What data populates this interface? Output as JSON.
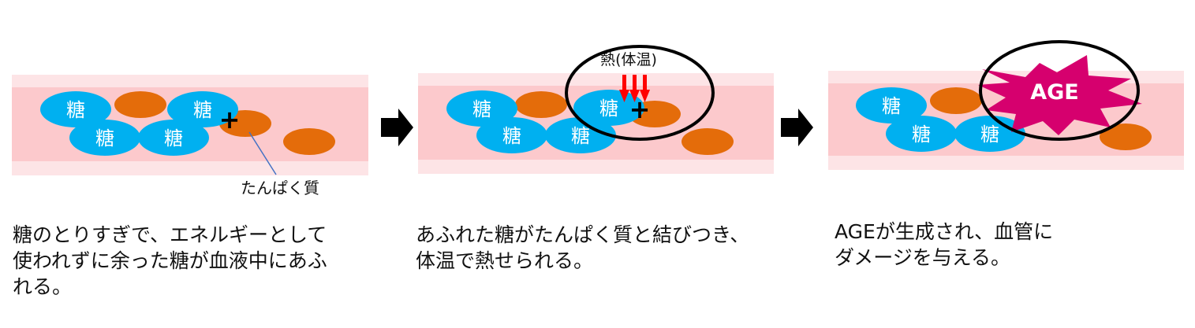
{
  "sugar_label": "糖",
  "protein_label": "たんぱく質",
  "heat_label": "熱(体温)",
  "age_label": "AGE",
  "plus_sign": "+",
  "captions": {
    "step1": [
      "糖のとりすぎで、エネルギーとして",
      "使われずに余った糖が血液中にあふ",
      "れる。"
    ],
    "step2": [
      "あふれた糖がたんぱく質と結びつき、",
      "体温で熱せられる。"
    ],
    "step3": [
      "AGEが生成され、血管に",
      "ダメージを与える。"
    ]
  },
  "colors": {
    "vessel_outer": "#fde4e6",
    "vessel_inner": "#fcc9cc",
    "sugar": "#00b0f0",
    "protein": "#e46c0a",
    "heat_arrow": "#ff0000",
    "age_burst": "#d6006e",
    "arrow": "#000000"
  },
  "icons": [
    "plus-icon",
    "step-arrow-icon",
    "heat-arrow-icon",
    "starburst-icon"
  ]
}
